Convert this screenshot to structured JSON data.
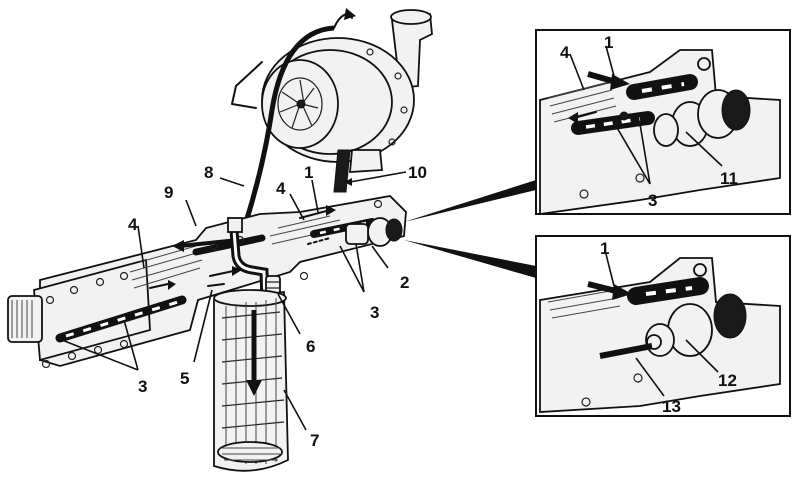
{
  "callouts": {
    "main": [
      {
        "id": "c1",
        "text": "1"
      },
      {
        "id": "c2",
        "text": "2"
      },
      {
        "id": "c3a",
        "text": "3"
      },
      {
        "id": "c3b",
        "text": "3"
      },
      {
        "id": "c4a",
        "text": "4"
      },
      {
        "id": "c4b",
        "text": "4"
      },
      {
        "id": "c5",
        "text": "5"
      },
      {
        "id": "c6",
        "text": "6"
      },
      {
        "id": "c7",
        "text": "7"
      },
      {
        "id": "c8",
        "text": "8"
      },
      {
        "id": "c9",
        "text": "9"
      },
      {
        "id": "c10",
        "text": "10"
      }
    ],
    "inset_top": [
      {
        "id": "t1",
        "text": "1"
      },
      {
        "id": "t3",
        "text": "3"
      },
      {
        "id": "t4",
        "text": "4"
      },
      {
        "id": "t11",
        "text": "11"
      }
    ],
    "inset_bottom": [
      {
        "id": "b1",
        "text": "1"
      },
      {
        "id": "b12",
        "text": "12"
      },
      {
        "id": "b13",
        "text": "13"
      }
    ]
  }
}
